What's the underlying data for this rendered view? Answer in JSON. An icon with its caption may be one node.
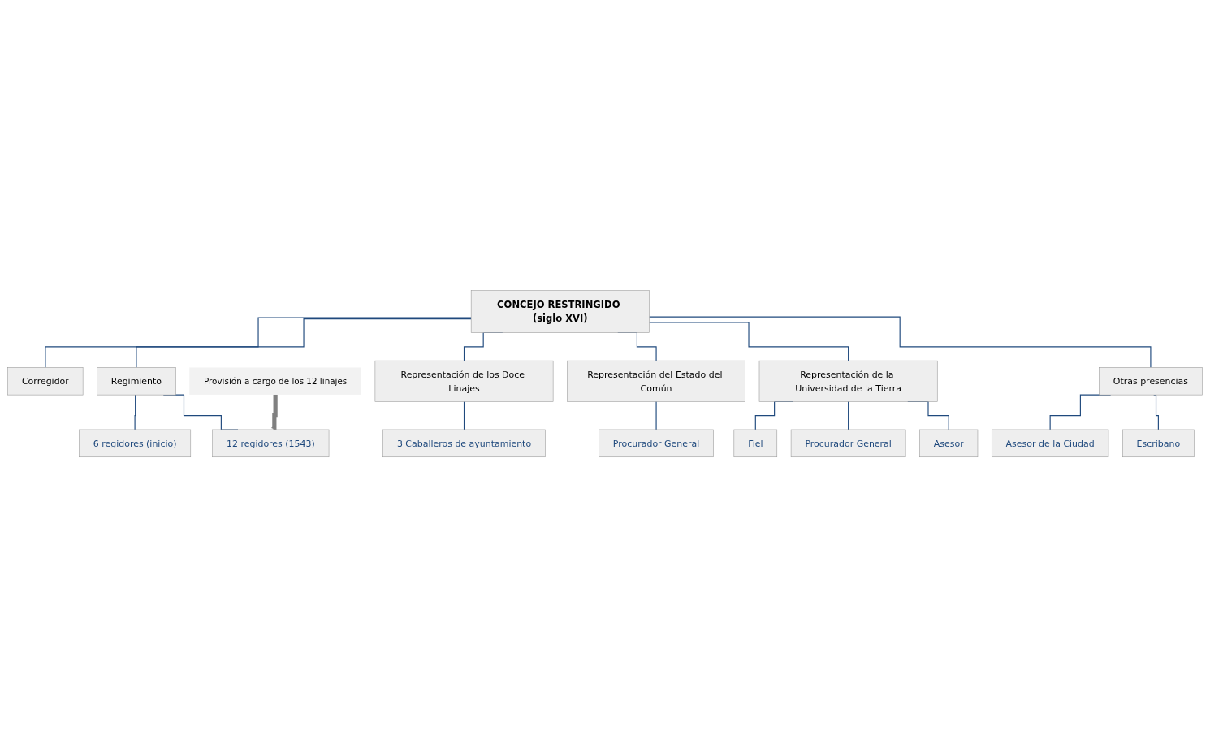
{
  "diagram": {
    "nodes": [
      {
        "text": [
          "CONCEJO RESTRINGIDO (siglo XVI)"
        ]
      },
      {
        "text": [
          "Corregidor"
        ]
      },
      {
        "text": [
          "Regimiento"
        ]
      },
      {
        "text": [
          "Representación de los Doce Linajes"
        ]
      },
      {
        "text": [
          "Representación del Estado del Común"
        ]
      },
      {
        "text": [
          "Representación de la Universidad de la Tierra"
        ]
      },
      {
        "text": [
          "Otras presencias"
        ]
      },
      {
        "text": [
          "6 regidores (inicio)"
        ]
      },
      {
        "text": [
          "12 regidores (1543)"
        ]
      },
      {
        "text": [
          "3 Caballeros de ayuntamiento"
        ]
      },
      {
        "text": [
          "Procurador General"
        ]
      },
      {
        "text": [
          "Fiel"
        ]
      },
      {
        "text": [
          "Procurador General"
        ]
      },
      {
        "text": [
          "Asesor"
        ]
      },
      {
        "text": [
          "Asesor de la Ciudad"
        ]
      },
      {
        "text": [
          "Escribano"
        ]
      },
      {
        "text": [
          "Provisión a cargo de los 12 linajes"
        ]
      }
    ],
    "edges": [
      {
        "from": 0,
        "to": 1,
        "arrow": "none"
      },
      {
        "from": 0,
        "to": 2,
        "arrow": "none"
      },
      {
        "from": 0,
        "to": 3,
        "arrow": "none"
      },
      {
        "from": 0,
        "to": 4,
        "arrow": "none"
      },
      {
        "from": 0,
        "to": 5,
        "arrow": "none"
      },
      {
        "from": 0,
        "to": 6,
        "arrow": "none"
      },
      {
        "from": 2,
        "to": 7,
        "arrow": "none"
      },
      {
        "from": 2,
        "to": 8,
        "arrow": "none"
      },
      {
        "from": 3,
        "to": 9,
        "arrow": "none"
      },
      {
        "from": 4,
        "to": 10,
        "arrow": "none"
      },
      {
        "from": 5,
        "to": 11,
        "arrow": "none"
      },
      {
        "from": 5,
        "to": 12,
        "arrow": "none"
      },
      {
        "from": 5,
        "to": 13,
        "arrow": "none"
      },
      {
        "from": 6,
        "to": 14,
        "arrow": "none"
      },
      {
        "from": 6,
        "to": 15,
        "arrow": "none"
      },
      {
        "from": 16,
        "to": 8,
        "arrow": "to",
        "style": "thick",
        "color": "#808080"
      }
    ]
  }
}
